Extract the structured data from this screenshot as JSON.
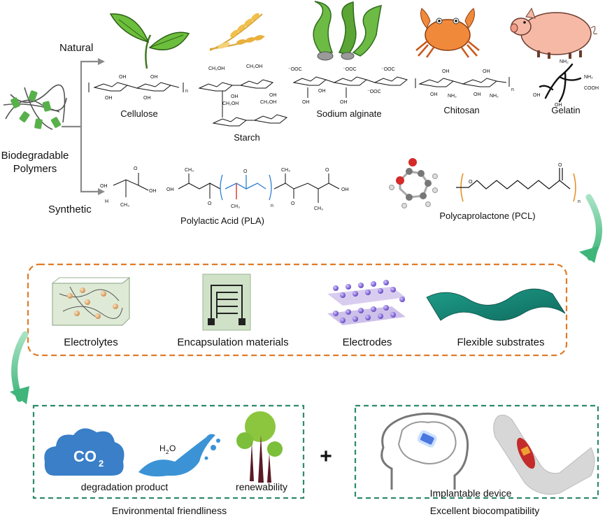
{
  "source": {
    "label_line1": "Biodegradable",
    "label_line2": "Polymers"
  },
  "branches": {
    "natural": "Natural",
    "synthetic": "Synthetic"
  },
  "natural_polymers": [
    {
      "name": "Cellulose"
    },
    {
      "name": "Starch"
    },
    {
      "name": "Sodium alginate"
    },
    {
      "name": "Chitosan"
    },
    {
      "name": "Gelatin"
    }
  ],
  "synthetic_polymers": [
    {
      "name": "Polylactic Acid (PLA)"
    },
    {
      "name": "Polycaprolactone (PCL)"
    }
  ],
  "structure_labels": {
    "oh": "OH",
    "ch2oh": "CH₂OH",
    "nh2": "NH₂",
    "cooh": "COOH",
    "coo": "⁻OOC",
    "ch3": "CH₃",
    "h": "H",
    "o": "O",
    "n": "n"
  },
  "applications": [
    {
      "name": "Electrolytes"
    },
    {
      "name": "Encapsulation materials"
    },
    {
      "name": "Electrodes"
    },
    {
      "name": "Flexible substrates"
    }
  ],
  "env_box": {
    "co2": "CO",
    "co2_sub": "2",
    "water": "H",
    "water_sub": "2",
    "water_tail": "O",
    "degradation": "degradation product",
    "renewability": "renewability",
    "caption": "Environmental friendliness"
  },
  "bio_box": {
    "device": "Implantable device",
    "caption": "Excellent biocompatibility"
  },
  "plus": "+",
  "colors": {
    "orange_dash": "#e07b28",
    "green_dash": "#2e8b6a",
    "arrow_green": "#5cc48f",
    "leaf_green": "#5aa534",
    "co2_blue": "#3a7fc8",
    "water_blue": "#3b93d6",
    "pla_blue": "#2f7fd0",
    "pla_red": "#d8322b",
    "pcl_orange": "#e8922c"
  }
}
